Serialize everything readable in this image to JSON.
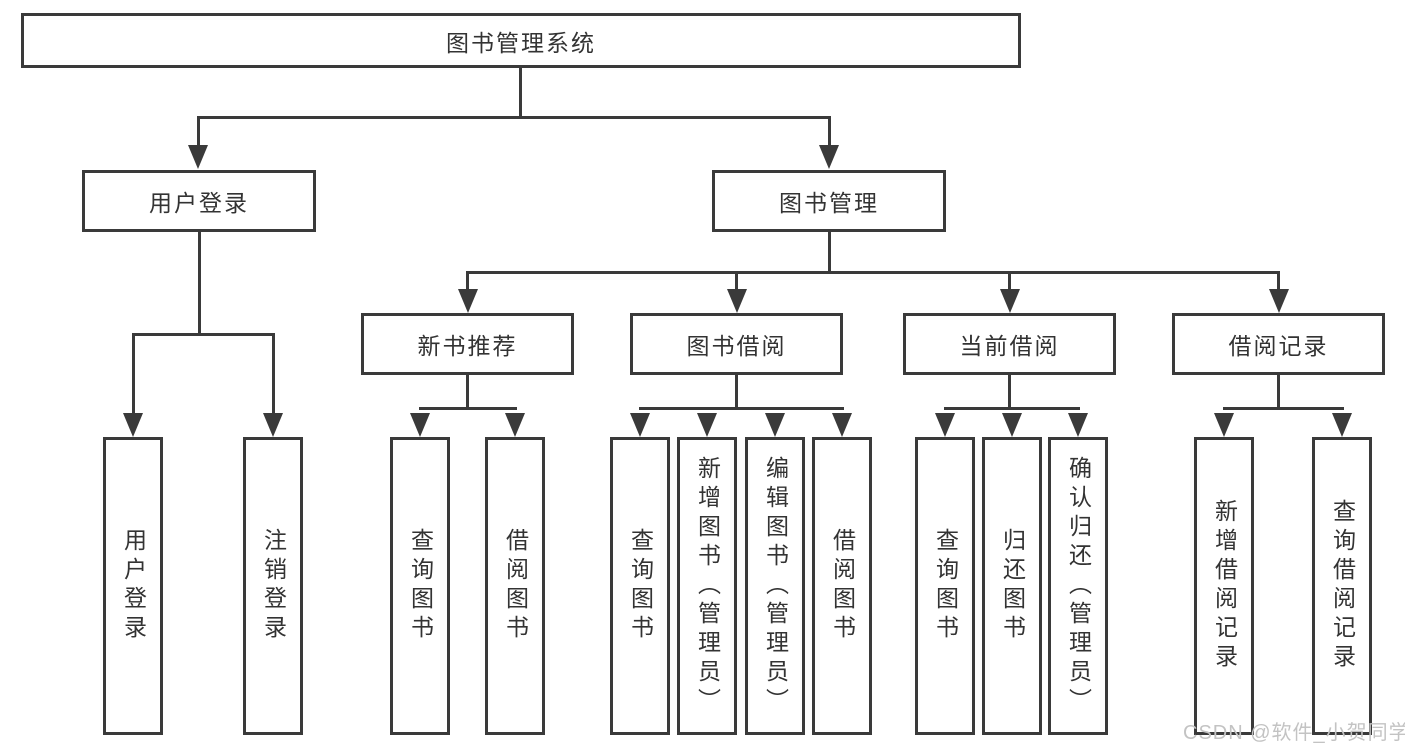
{
  "diagram": {
    "root": {
      "label": "图书管理系统"
    },
    "branches": [
      {
        "label": "用户登录",
        "children": [
          {
            "label": "用户登录"
          },
          {
            "label": "注销登录"
          }
        ]
      },
      {
        "label": "图书管理",
        "children": [
          {
            "label": "新书推荐",
            "children": [
              {
                "label": "查询图书"
              },
              {
                "label": "借阅图书"
              }
            ]
          },
          {
            "label": "图书借阅",
            "children": [
              {
                "label": "查询图书"
              },
              {
                "label": "新增图书（管理员）"
              },
              {
                "label": "编辑图书（管理员）"
              },
              {
                "label": "借阅图书"
              }
            ]
          },
          {
            "label": "当前借阅",
            "children": [
              {
                "label": "查询图书"
              },
              {
                "label": "归还图书"
              },
              {
                "label": "确认归还（管理员）"
              }
            ]
          },
          {
            "label": "借阅记录",
            "children": [
              {
                "label": "新增借阅记录"
              },
              {
                "label": "查询借阅记录"
              }
            ]
          }
        ]
      }
    ]
  },
  "watermark": {
    "text": "CSDN @软件_小贺同学"
  },
  "colors": {
    "line": "#3a3a3a",
    "text": "#333333",
    "box_background": "#ffffff",
    "page_background": "#ffffff",
    "watermark": "#c3c3c3"
  }
}
